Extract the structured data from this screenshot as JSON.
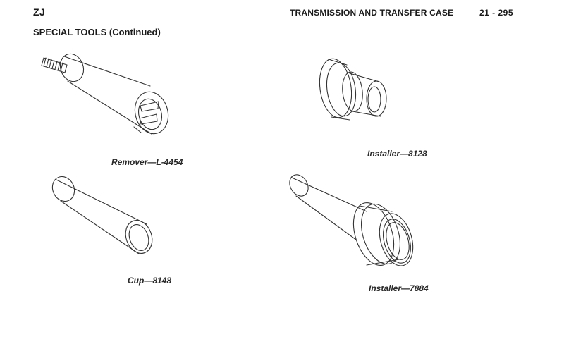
{
  "header": {
    "left": "ZJ",
    "section": "TRANSMISSION AND TRANSFER CASE",
    "page": "21 - 295"
  },
  "section_title": "SPECIAL TOOLS (Continued)",
  "tools": [
    {
      "caption": "Remover—L-4454"
    },
    {
      "caption": "Installer—8128"
    },
    {
      "caption": "Cup—8148"
    },
    {
      "caption": "Installer—7884"
    }
  ]
}
